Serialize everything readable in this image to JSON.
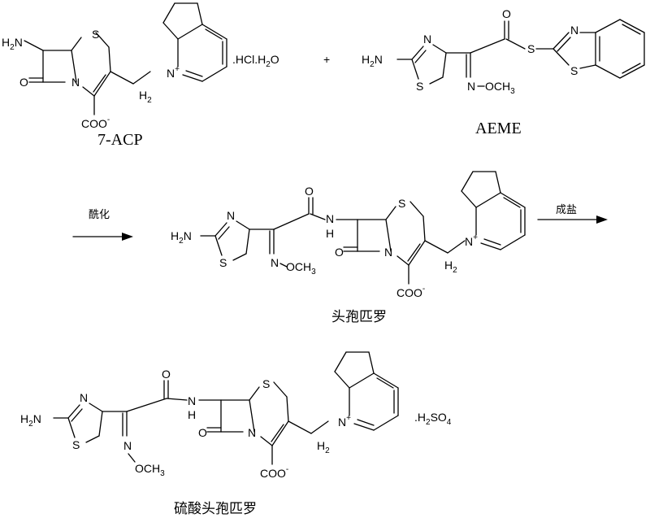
{
  "reactants": {
    "acp": {
      "name": "7-ACP",
      "salt": ".HCl.H",
      "salt_sub": "2",
      "salt_tail": "O",
      "atoms": {
        "h2n_h": "H",
        "h2n_sub": "2",
        "h2n_n": "N",
        "s": "S",
        "o": "O",
        "n": "N",
        "coo": "COO",
        "coo_charge": "-",
        "ch2_h": "H",
        "ch2_sub": "2",
        "npy": "N",
        "npy_charge": "+"
      }
    },
    "plus": "+",
    "aeme": {
      "name": "AEME",
      "atoms": {
        "h2n_h": "H",
        "h2n_sub": "2",
        "h2n_n": "N",
        "n_ring": "N",
        "s_ring": "S",
        "o_carbonyl": "O",
        "s_thio": "S",
        "n_ox": "N",
        "och3": "OCH",
        "och3_sub": "3",
        "n_btz": "N",
        "s_btz": "S"
      }
    }
  },
  "step1": {
    "label": "酰化"
  },
  "product1": {
    "name": "头孢匹罗",
    "atoms": {
      "h2n_h": "H",
      "h2n_sub": "2",
      "h2n_n": "N",
      "n_ring": "N",
      "s_ring": "S",
      "n_ox": "N",
      "och3": "OCH",
      "och3_sub": "3",
      "o_amide": "O",
      "nh_n": "N",
      "nh_h": "H",
      "s6": "S",
      "o_lactam": "O",
      "n_lactam": "N",
      "coo": "COO",
      "coo_charge": "-",
      "ch2_h": "H",
      "ch2_sub": "2",
      "npy": "N",
      "npy_charge": "+"
    }
  },
  "step2": {
    "label": "成盐"
  },
  "product2": {
    "name": "硫酸头孢匹罗",
    "salt": ".H",
    "salt_sub1": "2",
    "salt_mid": "SO",
    "salt_sub2": "4",
    "atoms": {
      "h2n_h": "H",
      "h2n_sub": "2",
      "h2n_n": "N",
      "n_ring": "N",
      "s_ring": "S",
      "n_ox": "N",
      "och3": "OCH",
      "och3_sub": "3",
      "o_amide": "O",
      "nh_n": "N",
      "nh_h": "H",
      "s6": "S",
      "o_lactam": "O",
      "n_lactam": "N",
      "coo": "COO",
      "coo_charge": "-",
      "ch2_h": "H",
      "ch2_sub": "2",
      "npy": "N",
      "npy_charge": "+"
    }
  }
}
